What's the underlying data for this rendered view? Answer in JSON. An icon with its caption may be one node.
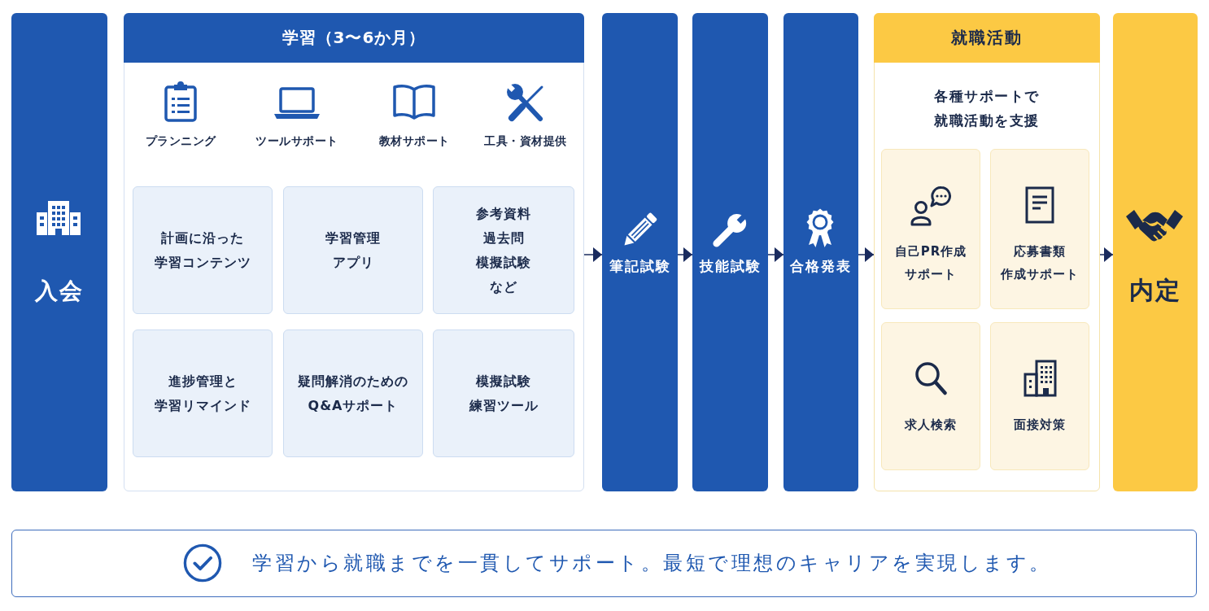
{
  "diagram": {
    "nodes": [
      {
        "text": [
          "入会"
        ]
      },
      {
        "text": [
          "学習（3〜6か月）"
        ]
      },
      {
        "text": [
          "計画に沿った学習コンテンツ"
        ],
        "in": 1
      },
      {
        "text": [
          "学習管理アプリ"
        ],
        "in": 1
      },
      {
        "text": [
          "参考資料過去問模擬試験など"
        ],
        "in": 1
      },
      {
        "text": [
          "進捗管理と学習リマインド"
        ],
        "in": 1
      },
      {
        "text": [
          "疑問解消のためのQ&Aサポート"
        ],
        "in": 1
      },
      {
        "text": [
          "模擬試験練習ツール"
        ],
        "in": 1
      },
      {
        "text": [
          "筆記試験"
        ]
      },
      {
        "text": [
          "技能試験"
        ]
      },
      {
        "text": [
          "合格発表"
        ]
      },
      {
        "text": [
          "就職活動",
          "各種サポートで就職活動を支援"
        ]
      },
      {
        "text": [
          "自己PR作成サポート"
        ],
        "in": 11
      },
      {
        "text": [
          "応募書類作成サポート"
        ],
        "in": 11
      },
      {
        "text": [
          "求人検索"
        ],
        "in": 11
      },
      {
        "text": [
          "面接対策"
        ],
        "in": 11
      },
      {
        "text": [
          "内定"
        ]
      },
      {
        "text": [
          "学習から就職までを一貫してサポート。最短で理想のキャリアを実現します。"
        ]
      }
    ],
    "edges": [
      {
        "from": 1,
        "to": 8,
        "arrow": "to"
      },
      {
        "from": 8,
        "to": 9,
        "arrow": "to"
      },
      {
        "from": 9,
        "to": 10,
        "arrow": "to"
      },
      {
        "from": 10,
        "to": 11,
        "arrow": "to"
      },
      {
        "from": 11,
        "to": 16,
        "arrow": "to"
      }
    ],
    "labels": [
      "プランニング",
      "ツールサポート",
      "教材サポート",
      "工具・資材提供"
    ]
  }
}
